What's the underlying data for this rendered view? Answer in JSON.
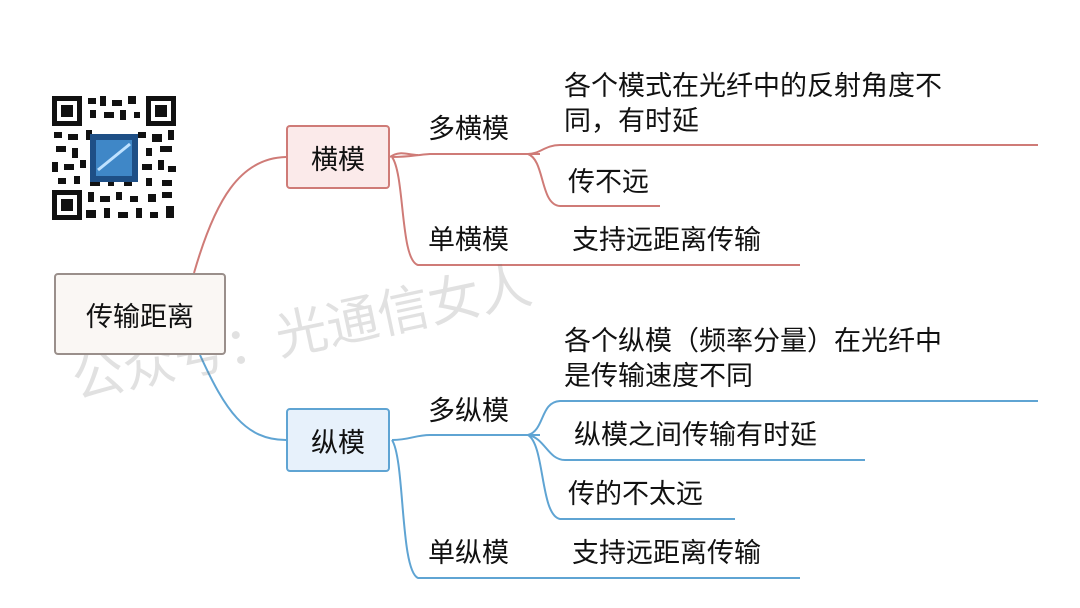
{
  "root": {
    "label": "传输距离"
  },
  "branches": [
    {
      "label": "横模",
      "color": "#cf7b77",
      "children": [
        {
          "label": "多横模",
          "details": [
            "各个模式在光纤中的反射角度不\n同，有时延",
            "传不远"
          ]
        },
        {
          "label": "单横模",
          "details": [
            "支持远距离传输"
          ]
        }
      ]
    },
    {
      "label": "纵模",
      "color": "#5fa4d3",
      "children": [
        {
          "label": "多纵模",
          "details": [
            "各个纵模（频率分量）在光纤中\n是传输速度不同",
            "纵模之间传输有时延",
            "传的不太远"
          ]
        },
        {
          "label": "单纵模",
          "details": [
            "支持远距离传输"
          ]
        }
      ]
    }
  ],
  "watermark": "公众号：光通信女人",
  "qr_code": {
    "icon": "qr-code-icon"
  },
  "colors": {
    "red_branch": "#cf7b77",
    "blue_branch": "#5fa4d3",
    "root_border": "#9a8f8b"
  }
}
